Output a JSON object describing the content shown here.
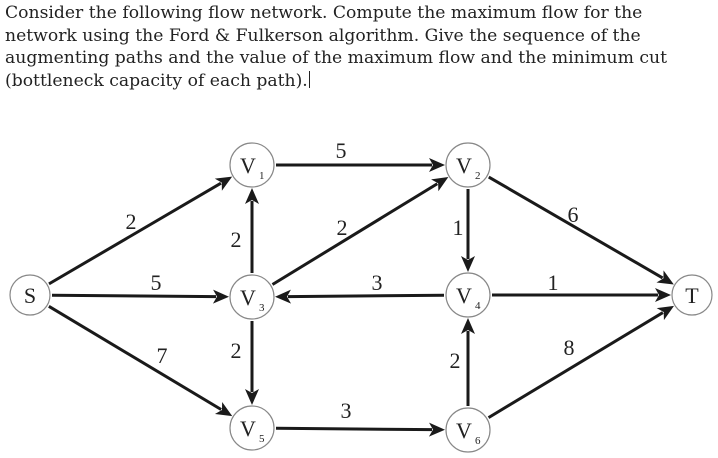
{
  "question": {
    "lines": [
      "Consider the following flow network. Compute the maximum flow for the",
      "network using the Ford & Fulkerson algorithm. Give the sequence of the",
      "augmenting paths and the value of the maximum flow and the minimum cut",
      "(bottleneck capacity of each path)."
    ]
  },
  "graph": {
    "nodes": [
      {
        "id": "S",
        "label": "S",
        "sub": ""
      },
      {
        "id": "V1",
        "label": "V",
        "sub": "1"
      },
      {
        "id": "V2",
        "label": "V",
        "sub": "2"
      },
      {
        "id": "V3",
        "label": "V",
        "sub": "3"
      },
      {
        "id": "V4",
        "label": "V",
        "sub": "4"
      },
      {
        "id": "V5",
        "label": "V",
        "sub": "5"
      },
      {
        "id": "V6",
        "label": "V",
        "sub": "6"
      },
      {
        "id": "T",
        "label": "T",
        "sub": ""
      }
    ],
    "edges": [
      {
        "from": "S",
        "to": "V1",
        "capacity": "2"
      },
      {
        "from": "S",
        "to": "V3",
        "capacity": "5"
      },
      {
        "from": "S",
        "to": "V5",
        "capacity": "7"
      },
      {
        "from": "V1",
        "to": "V2",
        "capacity": "5"
      },
      {
        "from": "V3",
        "to": "V1",
        "capacity": "2"
      },
      {
        "from": "V3",
        "to": "V2",
        "capacity": "2"
      },
      {
        "from": "V2",
        "to": "V4",
        "capacity": "1"
      },
      {
        "from": "V2",
        "to": "T",
        "capacity": "6"
      },
      {
        "from": "V4",
        "to": "V3",
        "capacity": "3"
      },
      {
        "from": "V4",
        "to": "T",
        "capacity": "1"
      },
      {
        "from": "V3",
        "to": "V5",
        "capacity": "2"
      },
      {
        "from": "V5",
        "to": "V6",
        "capacity": "3"
      },
      {
        "from": "V6",
        "to": "V4",
        "capacity": "2"
      },
      {
        "from": "V6",
        "to": "T",
        "capacity": "8"
      }
    ]
  }
}
